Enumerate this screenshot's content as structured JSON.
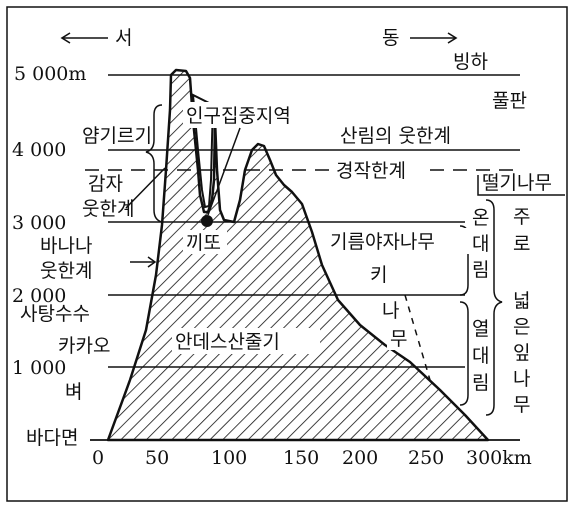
{
  "directions": {
    "west": "서",
    "east": "동"
  },
  "y_axis_labels": [
    {
      "text": "5 000m",
      "alt": 5000
    },
    {
      "text": "4 000",
      "alt": 4000
    },
    {
      "text": "3 000",
      "alt": 3000
    },
    {
      "text": "2 000",
      "alt": 2000
    },
    {
      "text": "1 000",
      "alt": 1000
    },
    {
      "text": "바다면",
      "alt": 0
    }
  ],
  "x_axis_labels": [
    "0",
    "50",
    "100",
    "150",
    "200",
    "250",
    "300km"
  ],
  "labels": {
    "glacier": "빙하",
    "grassland": "풀판",
    "forest_limit": "산림의 웃한계",
    "barley": "얌기르기",
    "residential": "인구집중지역",
    "cultivation_limit": "경작한계",
    "shrub": "떨기나무",
    "potato_line1": "감자",
    "potato_line2": "웃한계",
    "kito": "끼또",
    "temperate_1": "온",
    "temperate_2": "대",
    "temperate_3": "림",
    "mainly_1": "주",
    "mainly_2": "로",
    "banana_line1": "바나나",
    "banana_line2": "웃한계",
    "oil_palm": "기름야자나무",
    "cacao_ki": "키",
    "cacao_na": "나",
    "cacao_mu": "무",
    "sugarcane": "사탕수수",
    "cocoa": "카카오",
    "andes": "안데스산줄기",
    "tropical_1": "열",
    "tropical_2": "대",
    "tropical_3": "림",
    "broadleaf_1": "넓",
    "broadleaf_2": "은",
    "broadleaf_3": "잎",
    "broadleaf_4": "나",
    "broadleaf_5": "무",
    "rice": "벼"
  }
}
